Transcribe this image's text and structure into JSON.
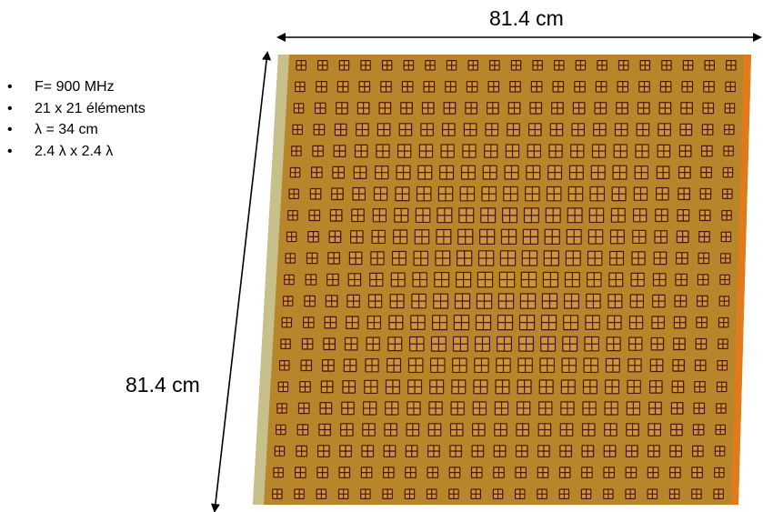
{
  "specs": [
    "F= 900 MHz",
    "21 x 21 éléments",
    "λ = 34 cm",
    "2.4 λ  x 2.4 λ"
  ],
  "dimensions": {
    "width_label": "81.4 cm",
    "height_label": "81.4 cm"
  },
  "array": {
    "rows": 21,
    "cols": 21
  },
  "colors": {
    "substrate": "#b7862a",
    "cell": "#c49a3c",
    "slot": "#5a0f0f",
    "edge_left": "#c8c08a",
    "edge_right": "#e07a1a",
    "arrow": "#000000"
  }
}
